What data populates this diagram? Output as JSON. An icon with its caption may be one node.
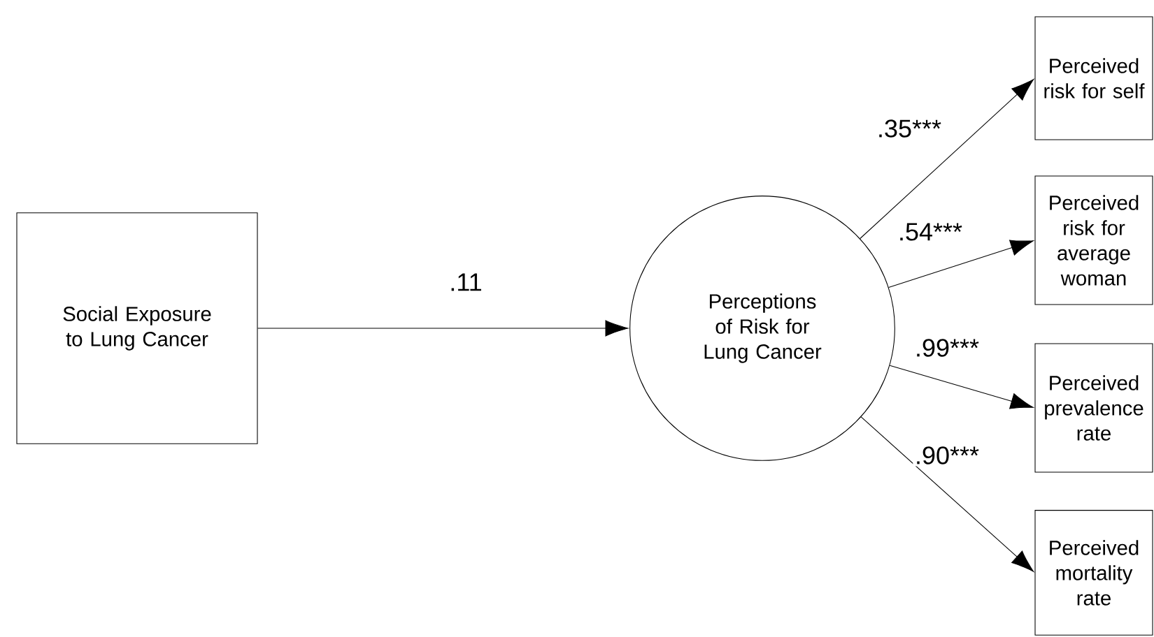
{
  "diagram": {
    "nodes": [
      {
        "text": [
          "Social Exposure to Lung Cancer"
        ]
      },
      {
        "text": [
          "Perceptions of Risk for Lung Cancer"
        ]
      },
      {
        "text": [
          "Perceived risk for self"
        ]
      },
      {
        "text": [
          "Perceived risk for average woman"
        ]
      },
      {
        "text": [
          "Perceived prevalence rate"
        ]
      },
      {
        "text": [
          "Perceived mortality rate"
        ]
      }
    ],
    "edges": [
      {
        "from": 0,
        "to": 1,
        "arrow": "to",
        "label": ".11"
      },
      {
        "from": 1,
        "to": 2,
        "arrow": "to",
        "label": ".35***"
      },
      {
        "from": 1,
        "to": 3,
        "arrow": "to",
        "label": ".54***"
      },
      {
        "from": 1,
        "to": 4,
        "arrow": "to",
        "label": ".99***"
      },
      {
        "from": 1,
        "to": 5,
        "arrow": "to",
        "label": ".90***"
      }
    ]
  }
}
